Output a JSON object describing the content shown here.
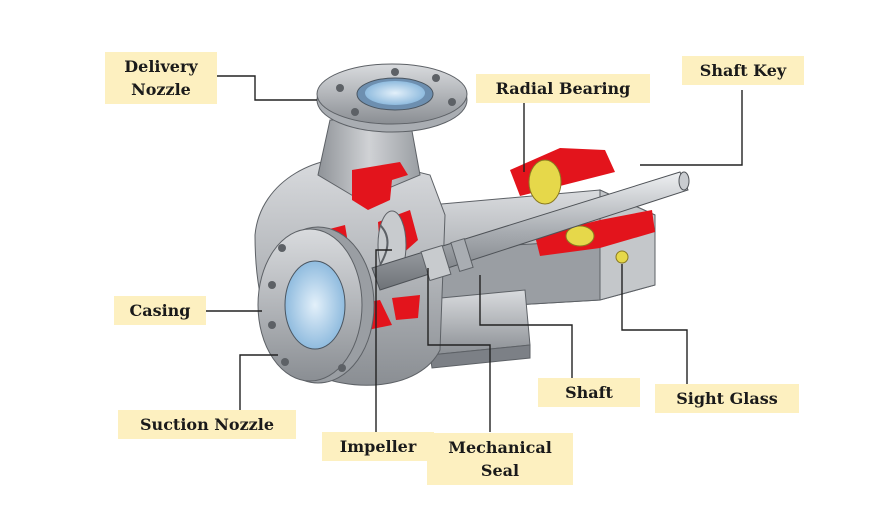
{
  "labels": {
    "delivery_nozzle": [
      "Delivery",
      "Nozzle"
    ],
    "radial_bearing": "Radial Bearing",
    "shaft_key": "Shaft Key",
    "casing": "Casing",
    "suction_nozzle": "Suction Nozzle",
    "impeller": "Impeller",
    "mechanical_seal": [
      "Mechanical",
      "Seal"
    ],
    "shaft": "Shaft",
    "sight_glass": "Sight Glass"
  },
  "colors": {
    "label_bg": "#fdf0c0",
    "metal": "#b9bcc0",
    "metal_dark": "#7c8086",
    "cut_red": "#e3141c",
    "water": "#9fc6e6",
    "bearing_yellow": "#e6d84a"
  }
}
